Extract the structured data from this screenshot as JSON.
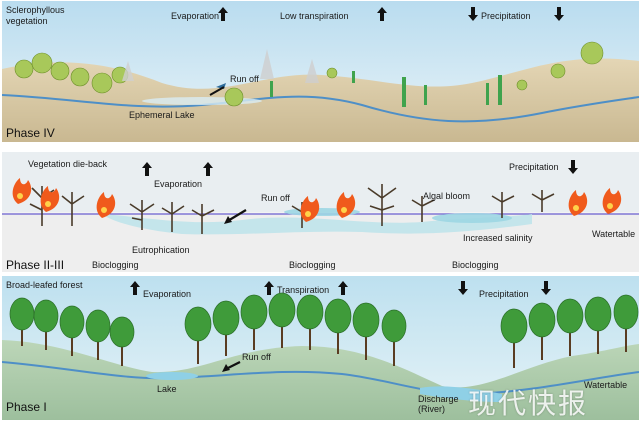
{
  "phase_iv": {
    "name": "Phase IV",
    "vegetation": "Sclerophyllous vegetation",
    "evaporation": "Evaporation",
    "transpiration": "Low transpiration",
    "precipitation": "Precipitation",
    "runoff": "Run off",
    "lake": "Ephemeral Lake"
  },
  "phase_ii_iii": {
    "name": "Phase II-III",
    "dieback": "Vegetation die-back",
    "evaporation": "Evaporation",
    "runoff": "Run off",
    "algal": "Algal bloom",
    "precipitation": "Precipitation",
    "eutrophication": "Eutrophication",
    "salinity": "Increased salinity",
    "watertable": "Watertable",
    "bioclogging": [
      "Bioclogging",
      "Bioclogging",
      "Bioclogging"
    ]
  },
  "phase_i": {
    "name": "Phase I",
    "forest": "Broad-leafed forest",
    "evaporation": "Evaporation",
    "transpiration": "Transpiration",
    "precipitation": "Precipitation",
    "runoff": "Run off",
    "lake": "Lake",
    "discharge": "Discharge (River)",
    "watertable": "Watertable"
  },
  "watermark": "现代快报",
  "colors": {
    "sky": "#cfe6f3",
    "ground_iv": "#d8c9a6",
    "ground_i": "#a9c9a9",
    "water": "#4e8fc7",
    "watertable_line": "#6a5fd0",
    "tree_green": "#3f9b3a",
    "fire": "#f05a1c"
  },
  "icons": [
    "arrow-up-icon",
    "arrow-down-icon",
    "fire-icon",
    "tree-icon",
    "dead-tree-icon"
  ]
}
